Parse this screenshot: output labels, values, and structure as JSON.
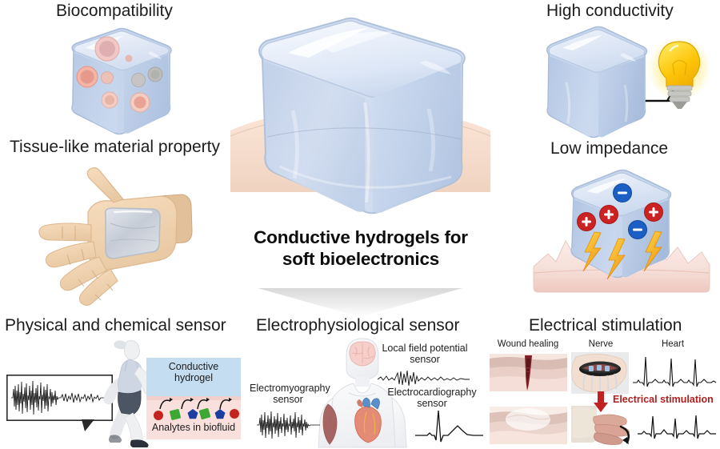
{
  "figure": {
    "title_line1": "Conductive hydrogels for",
    "title_line2": "soft bioelectronics",
    "background": "#ffffff",
    "hydrogel_color": "#b9cbe6",
    "skin_color": "#f2d8c8",
    "accent_red": "#b01f1f"
  },
  "properties": {
    "biocompatibility": "Biocompatibility",
    "high_conductivity": "High conductivity",
    "tissue_like": "Tissue-like material property",
    "low_impedance": "Low impedance"
  },
  "applications": {
    "physical_chemical": "Physical and chemical sensor",
    "electrophysiological": "Electrophysiological sensor",
    "electrical_stimulation": "Electrical stimulation"
  },
  "physical_chemical_panel": {
    "conductive_hydrogel": "Conductive\nhydrogel",
    "conductive_hydrogel_line1": "Conductive",
    "conductive_hydrogel_line2": "hydrogel",
    "analytes": "Analytes in biofluid",
    "hydrogel_layer_color": "#c5ddf0",
    "biofluid_layer_color": "#fae0dd",
    "analyte_colors": [
      "#c4231f",
      "#3aa832",
      "#1b3fa0",
      "#3aa832",
      "#1b3fa0",
      "#c4231f"
    ]
  },
  "electrophysiological_panel": {
    "emg_line1": "Electromyography",
    "emg_line2": "sensor",
    "lfp_line1": "Local field potential",
    "lfp_line2": "sensor",
    "ecg_line1": "Electrocardiography",
    "ecg_line2": "sensor"
  },
  "stimulation_panel": {
    "wound_healing": "Wound healing",
    "nerve": "Nerve",
    "heart": "Heart",
    "stimulation_arrow_label": "Electrical stimulation"
  },
  "low_impedance_charges": [
    {
      "sign": "−",
      "color": "#1b5fc4"
    },
    {
      "sign": "+",
      "color": "#cc2222"
    },
    {
      "sign": "+",
      "color": "#cc2222"
    },
    {
      "sign": "+",
      "color": "#cc2222"
    },
    {
      "sign": "−",
      "color": "#1b5fc4"
    }
  ]
}
